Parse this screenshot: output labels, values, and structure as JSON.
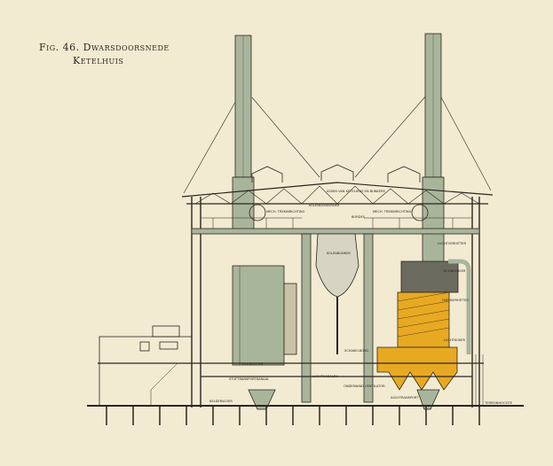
{
  "caption": {
    "line1": "Fig. 46. Dwarsdoorsnede",
    "line2": "Ketelhuis"
  },
  "labels": {
    "assen": "ASSEN VAN KETELHUIS EN BUNKERS",
    "kolendoseerder": "KOLENDOSEERDER",
    "trek_links": "MECH. TREKINRICHTING",
    "trek_rechts": "MECH. TREKINRICHTING",
    "bordes": "BORDES",
    "kolenbunker": "KOLENBUNKER",
    "luchtverhitter": "LUCHTVERHITTER",
    "economiser": "ECONOMISER",
    "oververhitter": "OVERVERHITTER",
    "luchtkoker": "LUCHTKOKER",
    "stookvloer": "STOOKVLOER",
    "stofkanaal": "STOFTRANSPORTKANAAL",
    "keldervloer": "KELDERVLOER",
    "luchtkanalen": "LUCHTKANALEN",
    "ventilator": "ONDERWIND VENTILATOR",
    "schakelbord": "SCHAKELBORD",
    "aschtransport": "ASCHTRANSPORT",
    "terreinhoogte": "TERREINHOOGTE"
  },
  "colors": {
    "paper": "#f3ead2",
    "ink": "#2a2620",
    "steel_green": "#a9b59a",
    "boiler_yellow": "#e8a922"
  }
}
